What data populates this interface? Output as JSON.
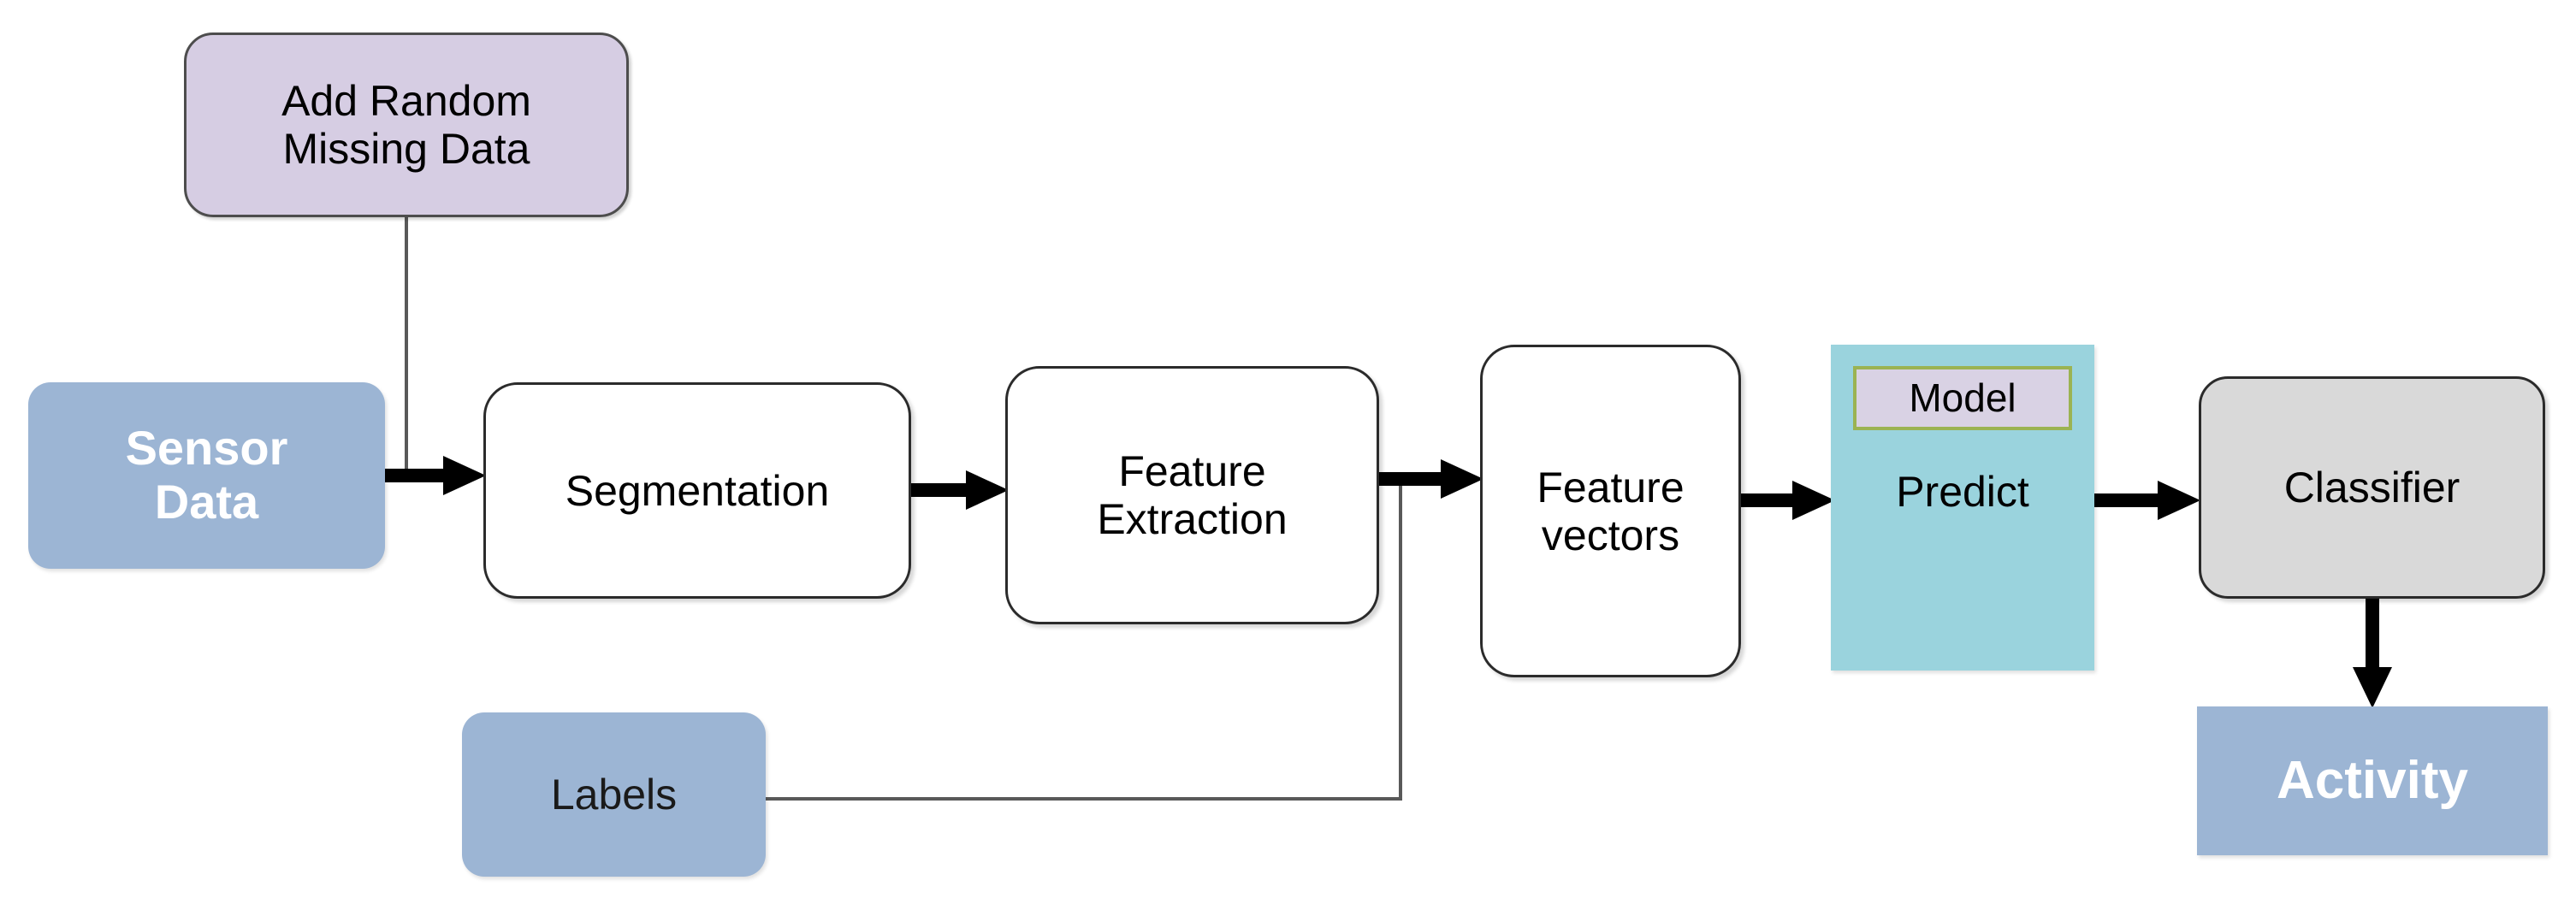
{
  "diagram": {
    "title": "Human Activity Recognition pipeline with random missing data injection",
    "colors": {
      "lavender": "#d6cde3",
      "steel_blue": "#9cb5d4",
      "teal": "#9ad3dd",
      "gray": "#d9d9d9",
      "olive_border": "#9bb352",
      "white": "#ffffff",
      "stroke_dark": "#2b2b2b",
      "connector_thin": "#595959",
      "arrow_black": "#000000",
      "text_dark": "#000000",
      "text_light": "#ffffff"
    },
    "nodes": [
      {
        "id": "add-random-missing-data",
        "label": "Add Random\nMissing Data",
        "shape": "rounded-rect",
        "fill": "#d6cde3"
      },
      {
        "id": "sensor-data",
        "label": "Sensor\nData",
        "shape": "rounded-rect",
        "fill": "#9cb5d4"
      },
      {
        "id": "segmentation",
        "label": "Segmentation",
        "shape": "rounded-rect",
        "fill": "#ffffff"
      },
      {
        "id": "feature-extraction",
        "label": "Feature\nExtraction",
        "shape": "rounded-rect",
        "fill": "#ffffff"
      },
      {
        "id": "feature-vectors",
        "label": "Feature\nvectors",
        "shape": "rounded-rect",
        "fill": "#ffffff"
      },
      {
        "id": "model-predict",
        "label": "Predict",
        "shape": "rect",
        "fill": "#9ad3dd"
      },
      {
        "id": "model-chip",
        "label": "Model",
        "shape": "rect",
        "fill": "#d9d2e4"
      },
      {
        "id": "classifier",
        "label": "Classifier",
        "shape": "rounded-rect",
        "fill": "#d9d9d9"
      },
      {
        "id": "activity",
        "label": "Activity",
        "shape": "rect",
        "fill": "#9cb5d4"
      },
      {
        "id": "labels",
        "label": "Labels",
        "shape": "rounded-rect",
        "fill": "#9cb5d4"
      }
    ],
    "edges": [
      {
        "from": "add-random-missing-data",
        "to": "sensor-data-to-segmentation-link",
        "style": "thin-line",
        "arrowhead": false
      },
      {
        "from": "sensor-data",
        "to": "segmentation",
        "style": "thick-arrow",
        "arrowhead": true
      },
      {
        "from": "segmentation",
        "to": "feature-extraction",
        "style": "thick-arrow",
        "arrowhead": true
      },
      {
        "from": "feature-extraction",
        "to": "feature-vectors",
        "style": "thick-arrow",
        "arrowhead": true
      },
      {
        "from": "feature-vectors",
        "to": "model-predict",
        "style": "thick-arrow",
        "arrowhead": true
      },
      {
        "from": "model-predict",
        "to": "classifier",
        "style": "thick-arrow",
        "arrowhead": true
      },
      {
        "from": "classifier",
        "to": "activity",
        "style": "thick-arrow",
        "arrowhead": true
      },
      {
        "from": "labels",
        "to": "feature-extraction",
        "style": "thin-line",
        "arrowhead": false
      }
    ]
  },
  "labels": {
    "add_random_missing_data": "Add Random\nMissing Data",
    "sensor_data": "Sensor\nData",
    "segmentation": "Segmentation",
    "feature_extraction": "Feature\nExtraction",
    "feature_vectors": "Feature\nvectors",
    "model": "Model",
    "predict": "Predict",
    "classifier": "Classifier",
    "activity": "Activity",
    "labels_node": "Labels"
  }
}
